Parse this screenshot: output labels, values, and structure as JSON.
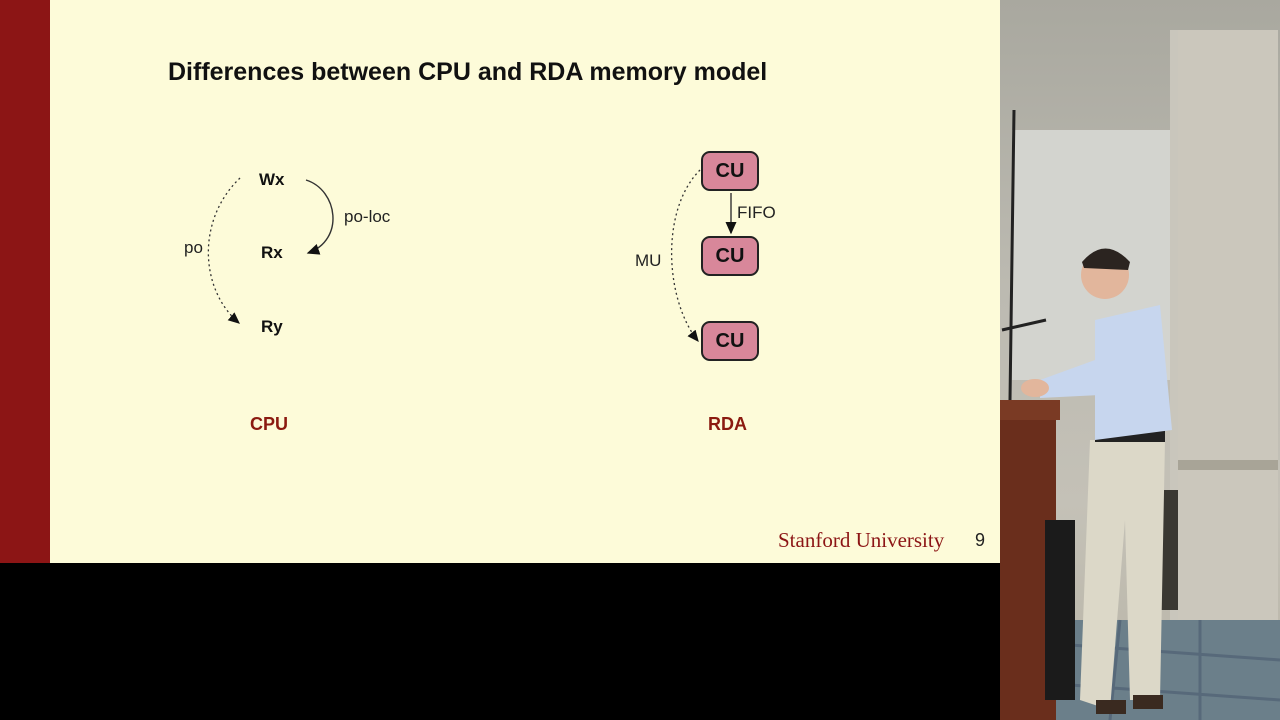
{
  "slide": {
    "title": "Differences between CPU and RDA memory model",
    "cpu_diagram": {
      "nodes": [
        "Wx",
        "Rx",
        "Ry"
      ],
      "po_label": "po",
      "po_loc_label": "po-loc",
      "caption": "CPU"
    },
    "rda_diagram": {
      "units": [
        "CU",
        "CU",
        "CU"
      ],
      "fifo_label": "FIFO",
      "mu_label": "MU",
      "caption": "RDA"
    },
    "footer": {
      "logo_text": "Stanford University",
      "page_number": "9"
    }
  },
  "colors": {
    "slide_background": "#fdfbd9",
    "stripe": "#8c1515",
    "caption": "#8b1a10",
    "cu_fill": "#d8879a"
  }
}
